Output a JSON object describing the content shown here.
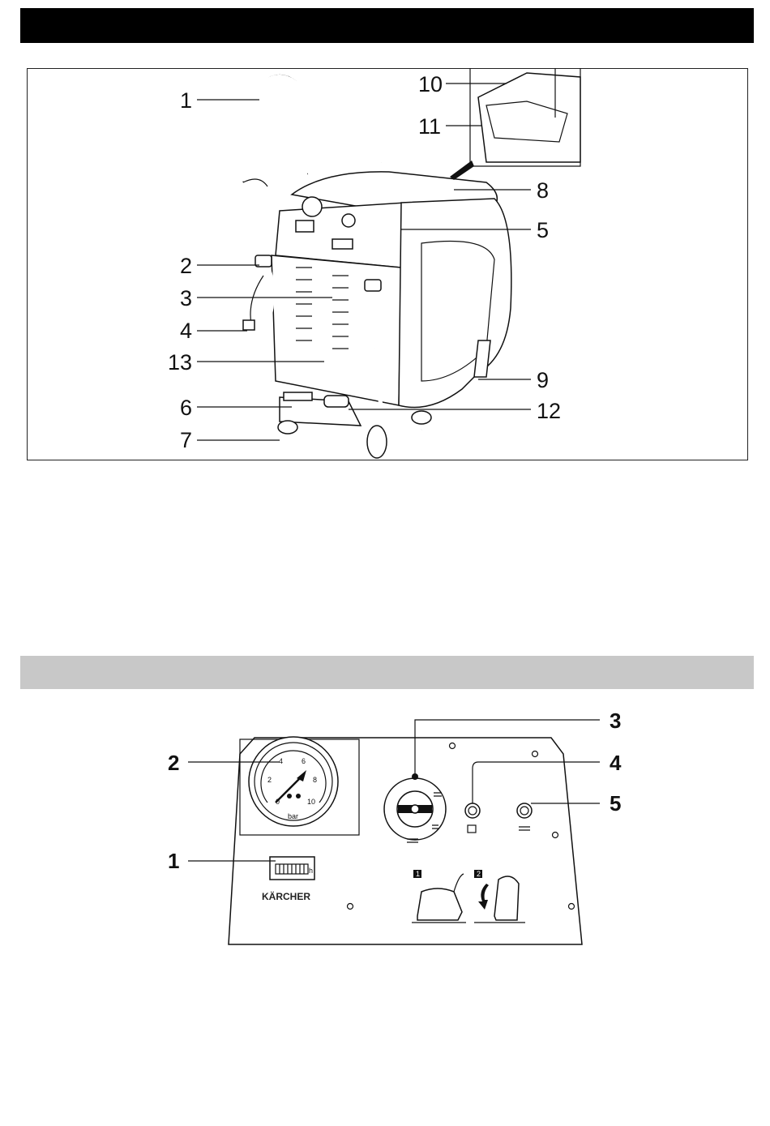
{
  "figure1": {
    "callouts": [
      "1",
      "2",
      "3",
      "4",
      "13",
      "6",
      "7",
      "10",
      "11",
      "8",
      "5",
      "9",
      "12"
    ]
  },
  "figure2": {
    "callouts": [
      "2",
      "1",
      "3",
      "4",
      "5"
    ],
    "gauge": {
      "ticks": [
        "0",
        "2",
        "4",
        "6",
        "8",
        "10"
      ],
      "unit": "bar"
    },
    "hour_meter_unit": "h",
    "brand": "KÄRCHER",
    "steps": [
      "1",
      "2"
    ]
  }
}
